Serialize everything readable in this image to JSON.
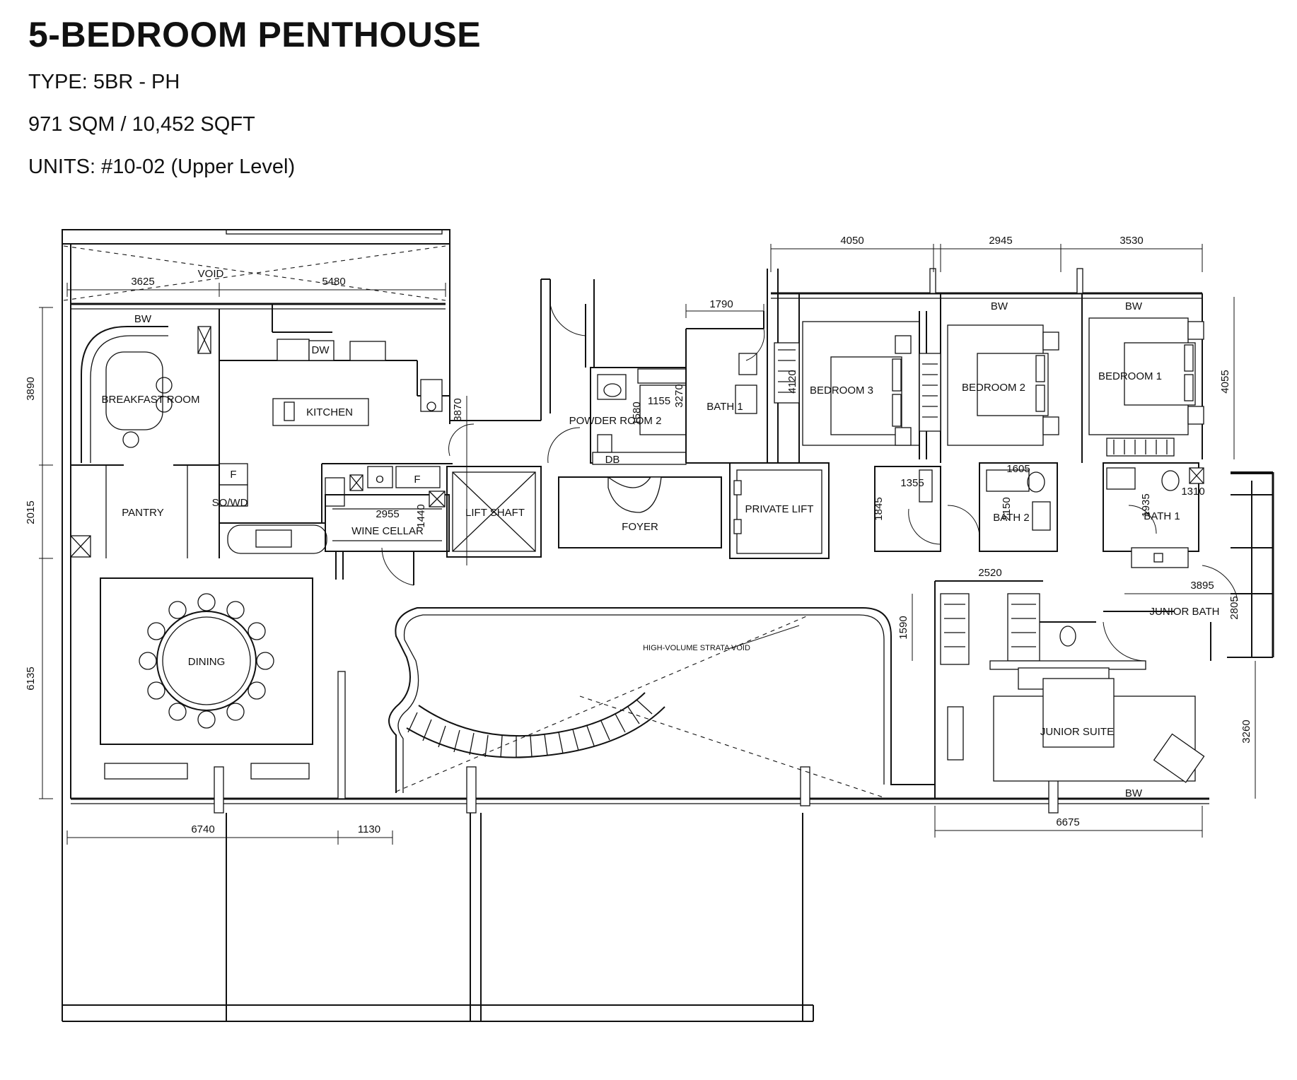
{
  "header": {
    "title": "5-BEDROOM PENTHOUSE",
    "type": "TYPE: 5BR - PH",
    "area": "971 SQM / 10,452 SQFT",
    "units": "UNITS:  #10-02 (Upper Level)"
  },
  "plan": {
    "rooms": {
      "void": "VOID",
      "breakfast_room": "BREAKFAST ROOM",
      "kitchen": "KITCHEN",
      "pantry": "PANTRY",
      "sowd": "SO/WD",
      "wine_cellar": "WINE CELLAR",
      "lift_shaft": "LIFT SHAFT",
      "powder_room": "POWDER ROOM 2",
      "db": "DB",
      "foyer": "FOYER",
      "private_lift": "PRIVATE LIFT",
      "bath_guest": "BATH 1",
      "bedroom3": "BEDROOM 3",
      "bedroom2": "BEDROOM 2",
      "bedroom1": "BEDROOM 1",
      "bath2": "BATH 2",
      "bath1": "BATH 1",
      "junior_bath": "JUNIOR BATH",
      "junior_suite": "JUNIOR SUITE",
      "dining": "DINING",
      "strata_void": "HIGH-VOLUME STRATA VOID"
    },
    "appliances": {
      "bw": "BW",
      "dw": "DW",
      "f": "F",
      "o": "O"
    },
    "dimensions": {
      "d3625": "3625",
      "d5480": "5480",
      "d3890": "3890",
      "d2015": "2015",
      "d6135": "6135",
      "d6740": "6740",
      "d1130": "1130",
      "d3870": "3870",
      "d2955": "2955",
      "d1440": "1440",
      "d1790": "1790",
      "d1155": "1155",
      "d1580": "1580",
      "d3270": "3270",
      "d4120": "4120",
      "d4050": "4050",
      "d2945": "2945",
      "d3530": "3530",
      "d4055": "4055",
      "d1355": "1355",
      "d1845": "1845",
      "d1605": "1605",
      "d2150": "2150",
      "d1935": "1935",
      "d1310": "1310",
      "d2520": "2520",
      "d1590": "1590",
      "d3895": "3895",
      "d2805": "2805",
      "d3260": "3260",
      "d6675": "6675"
    }
  }
}
